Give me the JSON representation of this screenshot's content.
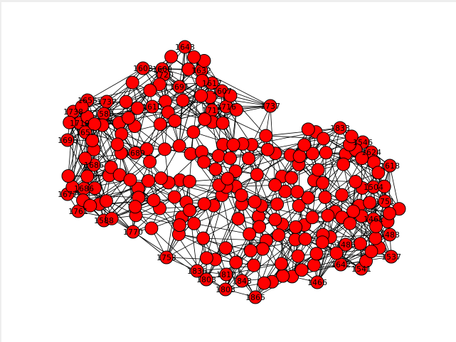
{
  "graph": {
    "node_color": "#ff0000",
    "node_edge_color": "#000000",
    "edge_color": "#000000",
    "background": "#ffffff",
    "visible_labels": [
      "1643",
      "1603",
      "1609",
      "1632",
      "1607",
      "1617",
      "1737",
      "1655",
      "1738",
      "1710",
      "1696",
      "1833",
      "1546",
      "1624",
      "1618",
      "1504",
      "1751",
      "1461",
      "1483",
      "1537",
      "1541",
      "1642",
      "1486",
      "1466",
      "1836",
      "1803",
      "1843",
      "1865",
      "1810",
      "1803",
      "1753",
      "1770",
      "1761",
      "1677",
      "1686",
      "1588",
      "1655",
      "1737",
      "1689",
      "1686",
      "1691",
      "1720",
      "1716",
      "1610",
      "1588",
      "1717"
    ]
  }
}
